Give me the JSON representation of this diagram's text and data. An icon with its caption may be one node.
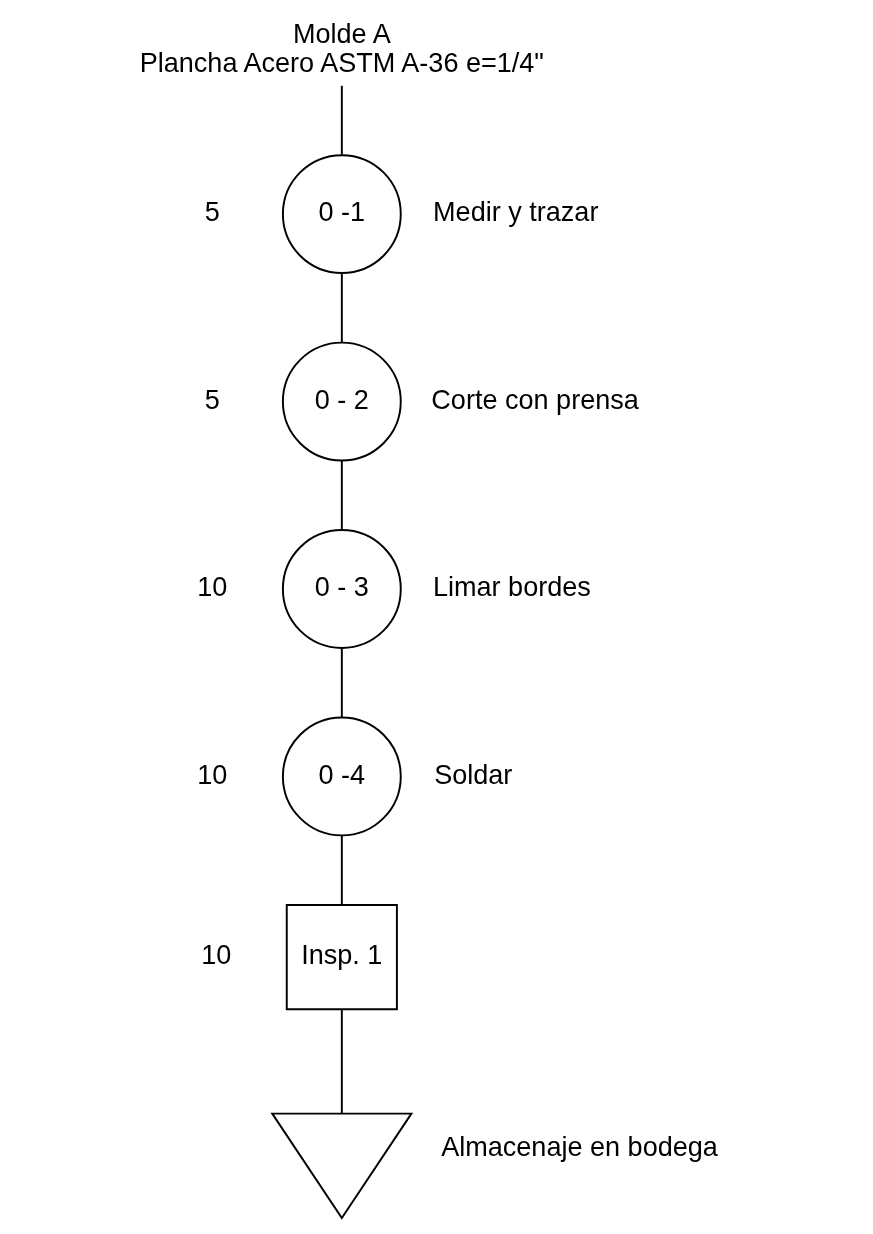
{
  "diagram": {
    "nodes": [
      {
        "text": [
          "Molde A",
          "Plancha Acero ASTM A-36 e=1/4\""
        ]
      },
      {
        "text": [
          "0 -1"
        ],
        "beside": [
          "5",
          "Medir y trazar"
        ]
      },
      {
        "text": [
          "0 - 2"
        ],
        "beside": [
          "5",
          "Corte con prensa"
        ]
      },
      {
        "text": [
          "0 - 3"
        ],
        "beside": [
          "10",
          "Limar bordes"
        ]
      },
      {
        "text": [
          "0 -4"
        ],
        "beside": [
          "10",
          "Soldar"
        ]
      },
      {
        "text": [
          "Insp. 1"
        ],
        "beside": [
          "10"
        ]
      },
      {
        "text": [],
        "shape": "triangle",
        "beside": [
          "Almacenaje en bodega"
        ]
      }
    ],
    "edges": [
      {
        "from": 0,
        "to": 1,
        "arrow": "none"
      },
      {
        "from": 1,
        "to": 2,
        "arrow": "none"
      },
      {
        "from": 2,
        "to": 3,
        "arrow": "none"
      },
      {
        "from": 3,
        "to": 4,
        "arrow": "none"
      },
      {
        "from": 4,
        "to": 5,
        "arrow": "none"
      },
      {
        "from": 5,
        "to": 6,
        "arrow": "none"
      }
    ]
  }
}
